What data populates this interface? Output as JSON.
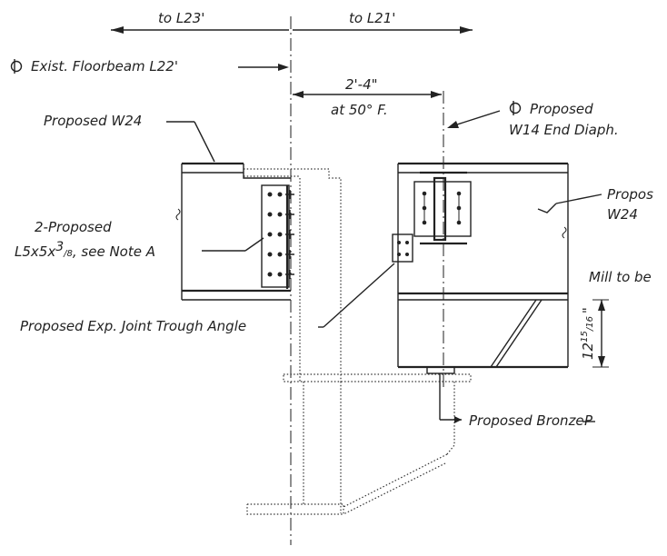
{
  "labels": {
    "to_l23": "to L23'",
    "to_l21": "to L21'",
    "cl_exist_floorbeam": "Exist. Floorbeam L22'",
    "dim_main": "2'-4\"",
    "dim_temp": "at 50° F.",
    "cl_proposed_line1": "Proposed",
    "cl_proposed_line2": "W14 End Diaph.",
    "proposed_w24_left": "Proposed W24",
    "proposed_w24_right_line1": "Propos",
    "proposed_w24_right_line2": "W24",
    "angles_line1": "2-Proposed",
    "angles_line2_pre": "L5x5x",
    "angles_line2_post": ", see Note A",
    "angle_frac_num": "3",
    "angle_frac_den": "8",
    "mill_note": "Mill to be",
    "exp_joint": "Proposed Exp. Joint Trough Angle",
    "bronze_plate": "Proposed Bronze",
    "height_dim_whole": "12",
    "height_frac_num": "15",
    "height_frac_den": "16",
    "height_dim_inch": "\""
  },
  "symbols": {
    "centerline": "centerline-symbol",
    "plate": "plate-symbol"
  }
}
